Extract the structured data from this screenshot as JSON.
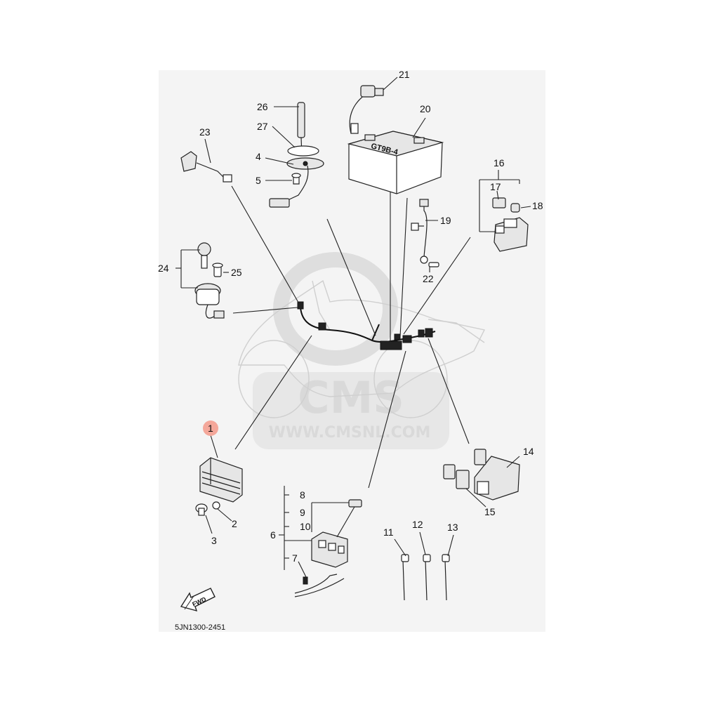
{
  "diagram": {
    "part_code": "5JN1300-2451",
    "fwd_label": "FWD",
    "watermark": {
      "brand": "CMS",
      "url": "WWW.CMSNL.COM"
    },
    "highlight_color": "#f4a79a",
    "callouts": {
      "c1": "1",
      "c2": "2",
      "c3": "3",
      "c4": "4",
      "c5": "5",
      "c6": "6",
      "c7": "7",
      "c8": "8",
      "c9": "9",
      "c10": "10",
      "c11": "11",
      "c12": "12",
      "c13": "13",
      "c14": "14",
      "c15": "15",
      "c16": "16",
      "c17": "17",
      "c18": "18",
      "c19": "19",
      "c20": "20",
      "c21": "21",
      "c22": "22",
      "c23": "23",
      "c24": "24",
      "c25": "25",
      "c26": "26",
      "c27": "27"
    },
    "battery_label": "GT9B-4"
  }
}
